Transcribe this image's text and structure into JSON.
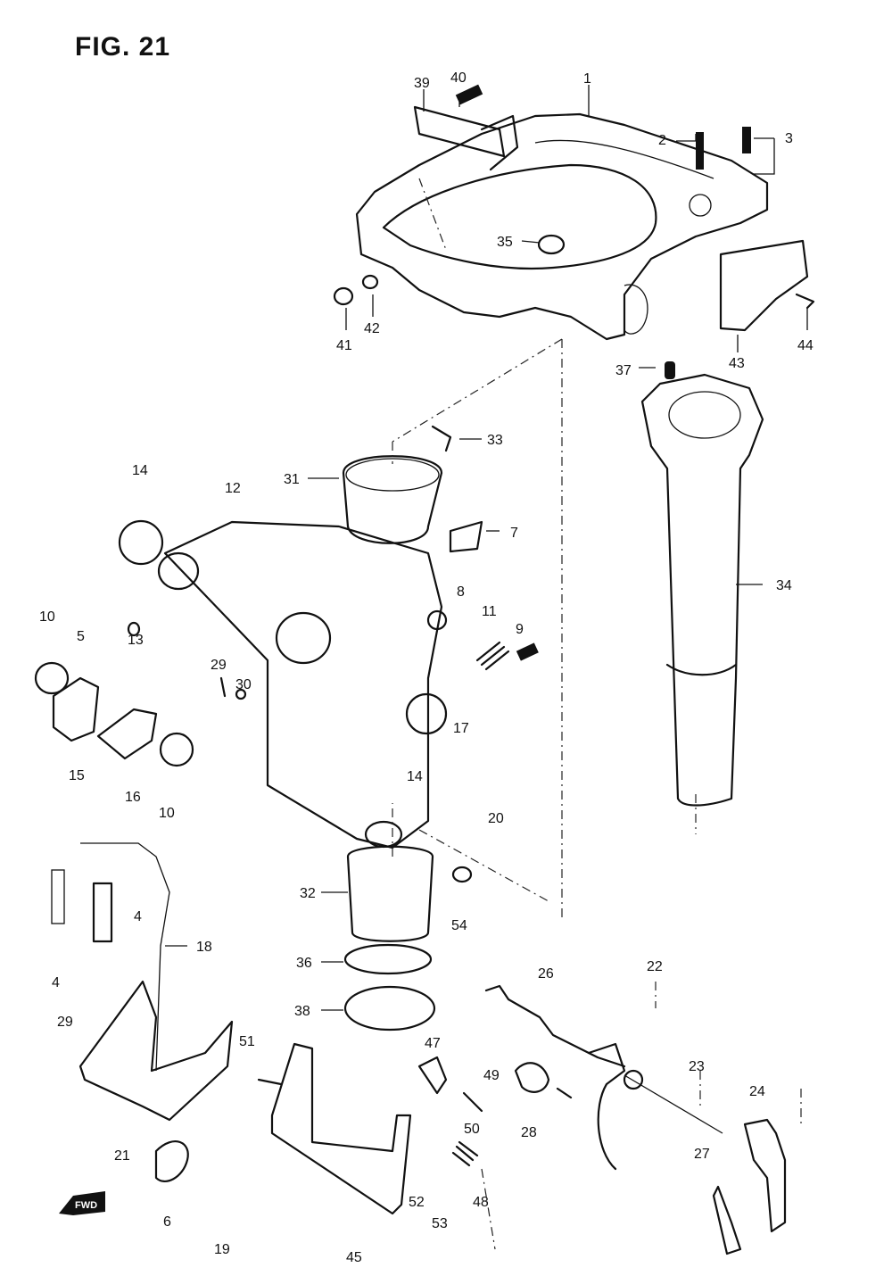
{
  "figure": {
    "title": "FIG. 21",
    "forward_marker": "FWD"
  },
  "callouts": [
    "1",
    "2",
    "3",
    "39",
    "40",
    "35",
    "41",
    "42",
    "43",
    "44",
    "37",
    "33",
    "31",
    "12",
    "14",
    "7",
    "34",
    "8",
    "11",
    "9",
    "13",
    "10",
    "5",
    "29",
    "30",
    "17",
    "15",
    "16",
    "10",
    "14",
    "20",
    "18",
    "4",
    "32",
    "54",
    "36",
    "22",
    "26",
    "38",
    "47",
    "49",
    "23",
    "24",
    "29",
    "51",
    "50",
    "28",
    "21",
    "27",
    "6",
    "19",
    "45",
    "52",
    "53",
    "48",
    "4"
  ]
}
